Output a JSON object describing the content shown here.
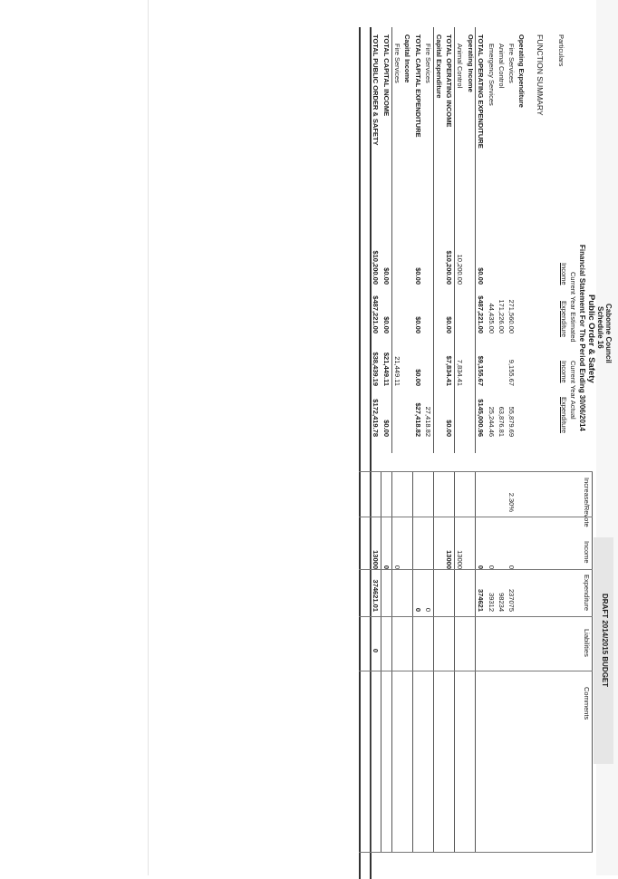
{
  "header": {
    "council": "Cabonne Council",
    "schedule": "Schedule 16",
    "title": "Public Order & Safety",
    "subtitle": "Financial Statement For The Period Ending 30/06/2014",
    "draft": "DRAFT 2014/2015 BUDGET"
  },
  "columns": {
    "particulars": "Particulars",
    "est_group": "Current Year Estimated",
    "act_group": "Current Year Actual",
    "income": "Income",
    "expenditure": "Expenditure",
    "increase_revote": "Increase/Revote",
    "liabilities": "Liabilities",
    "comments": "Comments"
  },
  "rows": [
    {
      "label": "FUNCTION SUMMARY",
      "style": "caps",
      "est_inc": "",
      "est_exp": "",
      "act_inc": "",
      "act_exp": "",
      "incr": "",
      "b_inc": "",
      "b_exp": "",
      "liab": ""
    },
    {
      "label": "Operating Expenditure",
      "style": "bold",
      "est_inc": "",
      "est_exp": "",
      "act_inc": "",
      "act_exp": "",
      "incr": "",
      "b_inc": "",
      "b_exp": "",
      "liab": ""
    },
    {
      "label": "Fire Services",
      "style": "indent",
      "est_inc": "",
      "est_exp": "271,560.00",
      "act_inc": "9,155.67",
      "act_exp": "55,879.69",
      "incr": "2.30%",
      "b_inc": "0",
      "b_exp": "237075",
      "liab": ""
    },
    {
      "label": "Animal Control",
      "style": "indent",
      "est_inc": "",
      "est_exp": "171,226.00",
      "act_inc": "",
      "act_exp": "63,876.81",
      "incr": "",
      "b_inc": "",
      "b_exp": "98234",
      "liab": ""
    },
    {
      "label": "Emergency Services",
      "style": "indent",
      "est_inc": "",
      "est_exp": "44,435.00",
      "act_inc": "",
      "act_exp": "25,244.46",
      "incr": "",
      "b_inc": "0",
      "b_exp": "39312",
      "liab": ""
    },
    {
      "label": "TOTAL OPERATING EXPENDITURE",
      "style": "total",
      "est_inc": "$0.00",
      "est_exp": "$487,221.00",
      "act_inc": "$9,155.67",
      "act_exp": "$145,000.96",
      "incr": "",
      "b_inc": "0",
      "b_exp": "374621",
      "liab": ""
    },
    {
      "label": "Operating Income",
      "style": "bold",
      "est_inc": "",
      "est_exp": "",
      "act_inc": "",
      "act_exp": "",
      "incr": "",
      "b_inc": "",
      "b_exp": "",
      "liab": ""
    },
    {
      "label": "Animal Control",
      "style": "indent",
      "est_inc": "10,200.00",
      "est_exp": "",
      "act_inc": "7,834.41",
      "act_exp": "",
      "incr": "",
      "b_inc": "13000",
      "b_exp": "",
      "liab": ""
    },
    {
      "label": "TOTAL OPERATING INCOME",
      "style": "total",
      "est_inc": "$10,200.00",
      "est_exp": "$0.00",
      "act_inc": "$7,834.41",
      "act_exp": "$0.00",
      "incr": "",
      "b_inc": "13000",
      "b_exp": "",
      "liab": ""
    },
    {
      "label": "Capital Expenditure",
      "style": "bold",
      "est_inc": "",
      "est_exp": "",
      "act_inc": "",
      "act_exp": "",
      "incr": "",
      "b_inc": "",
      "b_exp": "",
      "liab": ""
    },
    {
      "label": "Fire Services",
      "style": "indent",
      "est_inc": "",
      "est_exp": "",
      "act_inc": "",
      "act_exp": "27,418.82",
      "incr": "",
      "b_inc": "",
      "b_exp": "0",
      "liab": ""
    },
    {
      "label": "TOTAL CAPITAL EXPENDITURE",
      "style": "total",
      "est_inc": "$0.00",
      "est_exp": "$0.00",
      "act_inc": "$0.00",
      "act_exp": "$27,418.82",
      "incr": "",
      "b_inc": "",
      "b_exp": "0",
      "liab": ""
    },
    {
      "label": "Capital Income",
      "style": "bold",
      "est_inc": "",
      "est_exp": "",
      "act_inc": "",
      "act_exp": "",
      "incr": "",
      "b_inc": "",
      "b_exp": "",
      "liab": ""
    },
    {
      "label": "Fire Services",
      "style": "indent",
      "est_inc": "",
      "est_exp": "",
      "act_inc": "21,449.11",
      "act_exp": "",
      "incr": "",
      "b_inc": "0",
      "b_exp": "",
      "liab": ""
    },
    {
      "label": "TOTAL CAPITAL INCOME",
      "style": "total",
      "est_inc": "$0.00",
      "est_exp": "$0.00",
      "act_inc": "$21,449.11",
      "act_exp": "$0.00",
      "incr": "",
      "b_inc": "0",
      "b_exp": "",
      "liab": ""
    },
    {
      "label": "TOTAL PUBLIC ORDER & SAFETY",
      "style": "grand",
      "est_inc": "$10,200.00",
      "est_exp": "$487,221.00",
      "act_inc": "$38,439.19",
      "act_exp": "$172,419.78",
      "incr": "",
      "b_inc": "13000",
      "b_exp": "374621.01",
      "liab": "0"
    }
  ]
}
